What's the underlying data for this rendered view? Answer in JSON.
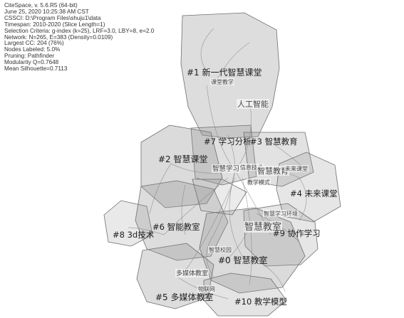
{
  "info_lines": [
    "CiteSpace, v. 5.6.R5 (64-bit)",
    "June 25, 2020 10:25:38 AM CST",
    "CSSCI: D:\\Program Files\\shuju1\\data",
    "Timespan: 2010-2020 (Slice Length=1)",
    "Selection Criteria: g-index (k=25), LRF=3.0, LBY=8, e=2.0",
    "Network: N=265, E=383 (Density=0.0109)",
    "Largest CC: 204 (76%)",
    "Nodes Labeled: 5.0%",
    "Pruning: Pathfinder",
    "Modularity Q=0.7648",
    "Mean Silhouette=0.7113"
  ],
  "clusters": [
    {
      "label": "#1 新一代智慧课堂"
    },
    {
      "label": "#7 学习分析"
    },
    {
      "label": "#3 智慧教育"
    },
    {
      "label": "#2 智慧课堂"
    },
    {
      "label": "#4 未来课堂"
    },
    {
      "label": "#8 3d技术"
    },
    {
      "label": "#6 智能教室"
    },
    {
      "label": "#9 协作学习"
    },
    {
      "label": "#0 智慧教室"
    },
    {
      "label": "#5 多媒体教室"
    },
    {
      "label": "#10 教学模型"
    }
  ],
  "keywords": [
    {
      "label": "课堂教学"
    },
    {
      "label": "人工智能"
    },
    {
      "label": "智慧学习"
    },
    {
      "label": "信息技术"
    },
    {
      "label": "智慧教育"
    },
    {
      "label": "未来课堂"
    },
    {
      "label": "教学模式"
    },
    {
      "label": "智慧学习环境"
    },
    {
      "label": "智慧教室"
    },
    {
      "label": "智慧校园"
    },
    {
      "label": "多媒体教室"
    },
    {
      "label": "物联网"
    }
  ]
}
